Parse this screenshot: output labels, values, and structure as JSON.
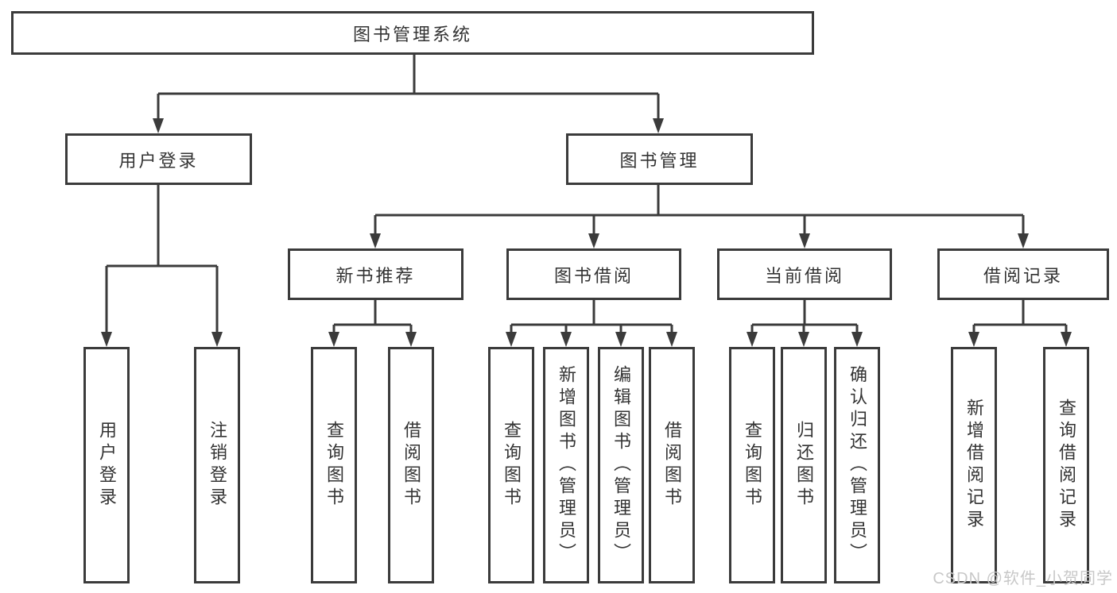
{
  "tree": {
    "label": "图书管理系统",
    "children": [
      {
        "label": "用户登录",
        "children": [
          {
            "label": "用户登录"
          },
          {
            "label": "注销登录"
          }
        ]
      },
      {
        "label": "图书管理",
        "children": [
          {
            "label": "新书推荐",
            "children": [
              {
                "label": "查询图书"
              },
              {
                "label": "借阅图书"
              }
            ]
          },
          {
            "label": "图书借阅",
            "children": [
              {
                "label": "查询图书"
              },
              {
                "label": "新增图书（管理员）"
              },
              {
                "label": "编辑图书（管理员）"
              },
              {
                "label": "借阅图书"
              }
            ]
          },
          {
            "label": "当前借阅",
            "children": [
              {
                "label": "查询图书"
              },
              {
                "label": "归还图书"
              },
              {
                "label": "确认归还（管理员）"
              }
            ]
          },
          {
            "label": "借阅记录",
            "children": [
              {
                "label": "新增借阅记录"
              },
              {
                "label": "查询借阅记录"
              }
            ]
          }
        ]
      }
    ]
  },
  "watermark": {
    "text": "CSDN @软件_小贺同学"
  },
  "colors": {
    "line": "#3b3b3b",
    "text": "#333333",
    "box_background": "#ffffff",
    "page_background": "#ffffff",
    "watermark": "#c8c8c8"
  }
}
